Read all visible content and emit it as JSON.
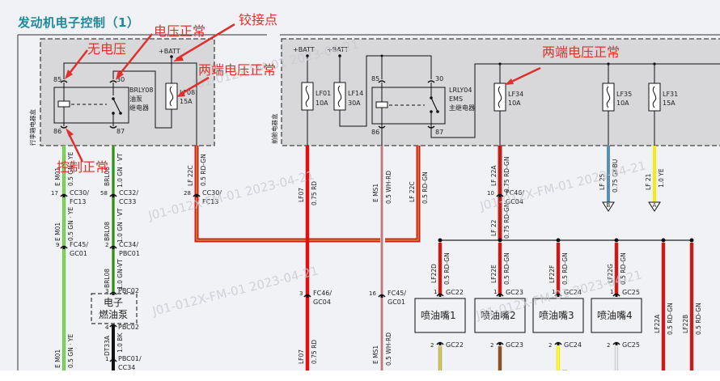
{
  "title": "发动机电子控制（1）",
  "annotations": {
    "no_voltage": "无电压",
    "voltage_ok": "电压正常",
    "splice_point": "铰接点",
    "both_ends_ok_left": "两端电压正常",
    "both_ends_ok_right": "两端电压正常",
    "control_ok": "控制正常"
  },
  "watermark": "J01-012X-FM-01 2023-04-21",
  "rear_box": {
    "label": "行李箱电器盒",
    "batt": "+BATT",
    "relay": {
      "id": "BRLY08",
      "name1": "油泵",
      "name2": "继电器",
      "pin85": "85",
      "pin86": "86",
      "pin30": "30",
      "pin87": "87"
    },
    "fuse": {
      "id": "LF08",
      "rating": "15A"
    }
  },
  "front_box": {
    "label": "前舱电器盒",
    "batt1": "+BATT",
    "batt2": "+BATT",
    "fuses": [
      {
        "id": "LF01",
        "rating": "10A"
      },
      {
        "id": "LF14",
        "rating": "30A"
      },
      {
        "id": "LF34",
        "rating": "10A"
      },
      {
        "id": "LF35",
        "rating": "10A"
      },
      {
        "id": "LF31",
        "rating": "15A"
      }
    ],
    "relay": {
      "id": "LRLY04",
      "name1": "EMS",
      "name2": "主继电器",
      "pin85": "85",
      "pin86": "86",
      "pin30": "30",
      "pin87": "87"
    }
  },
  "wires": {
    "em01_a": {
      "circuit": "E M01",
      "spec": "0.5 GN · YE"
    },
    "em01_b": {
      "circuit": "E M01",
      "spec": "0.5 GN · YE"
    },
    "em01_c": {
      "circuit": "E M01",
      "spec": "0.5 GN · YE"
    },
    "brl08_a": {
      "circuit": "BRL08",
      "spec": "1.0 GN · VT"
    },
    "brl08_b": {
      "circuit": "BRL08",
      "spec": "1.0 GN · VT"
    },
    "brl08_c": {
      "circuit": "BRL08",
      "spec": "1.0 GN-VT"
    },
    "dt33a": {
      "circuit": "DT33A",
      "spec": "1.0 BK"
    },
    "lf22c_a": {
      "circuit": "LF 22C",
      "spec": "0.5 RD-GN"
    },
    "lf22c_b": {
      "circuit": "LF 22C",
      "spec": "0.5 RD-GN"
    },
    "lf07_a": {
      "circuit": "LF07",
      "spec": "0.75 RD"
    },
    "lf07_b": {
      "circuit": "LF07",
      "spec": "0.75 RD"
    },
    "ems1_a": {
      "circuit": "E MS1",
      "spec": "0.5 WH-RD"
    },
    "ems1_b": {
      "circuit": "E MS1",
      "spec": "0.5 WH-RD"
    },
    "lf22a_top": {
      "circuit": "LF 22A",
      "spec": "0.75 RD-GN"
    },
    "lf22": {
      "circuit": "LF 22",
      "spec": "0.75 RD-GN"
    },
    "lf25": {
      "circuit": "LF 25",
      "spec": "0.75 GY-BU"
    },
    "lf21": {
      "circuit": "LF 21",
      "spec": "1.0 YE"
    },
    "lf22d": {
      "circuit": "LF22D",
      "spec": "0.5 RD-GN"
    },
    "lf22e": {
      "circuit": "LF22E",
      "spec": "0.5 RD-GN"
    },
    "lf22f": {
      "circuit": "LF22F",
      "spec": "0.5 RD-GN"
    },
    "lf22g": {
      "circuit": "LF22G",
      "spec": "0.5 RD-GN"
    },
    "lf22a_bot": {
      "circuit": "LF22A",
      "spec": "0.5 RD-GN"
    },
    "lf22b": {
      "circuit": "LF22B",
      "spec": "0.5 RD-GN"
    },
    "inj1_out": {
      "spec": "YE"
    },
    "inj3_out": {
      "spec": "WH"
    }
  },
  "connectors": {
    "c17": {
      "pin": "17",
      "name1": "CC30/",
      "name2": "FC13"
    },
    "c58": {
      "pin": "58",
      "name1": "CC32/",
      "name2": "CC33"
    },
    "c28": {
      "pin": "28",
      "name1": "CC30/",
      "name2": "FC13"
    },
    "c9": {
      "pin": "9",
      "name1": "FC45/",
      "name2": "GC01"
    },
    "c2": {
      "pin": "2",
      "name1": "CC34/",
      "name2": "PBC01"
    },
    "c3pbc": {
      "pin": "3",
      "name1": "PBC02"
    },
    "c4pbc": {
      "pin": "4",
      "name1": "PBC02"
    },
    "c1pbc": {
      "pin": "1",
      "name1": "PBC01/",
      "name2": "CC34"
    },
    "c10": {
      "pin": "10",
      "name1": "FC46/",
      "name2": "GC04"
    },
    "c3fc": {
      "pin": "3",
      "name1": "FC46/",
      "name2": "GC04"
    },
    "c16": {
      "pin": "16",
      "name1": "FC45/",
      "name2": "GC01"
    }
  },
  "grounds": {
    "b": "B",
    "a": "A"
  },
  "fuel_pump": {
    "line1": "电子",
    "line2": "燃油泵"
  },
  "injectors": [
    {
      "name": "喷油嘴1",
      "pin_in": "1",
      "pin_out": "2",
      "connector": "GC22"
    },
    {
      "name": "喷油嘴2",
      "pin_in": "1",
      "pin_out": "2",
      "connector": "GC23"
    },
    {
      "name": "喷油嘴3",
      "pin_in": "1",
      "pin_out": "2",
      "connector": "GC24"
    },
    {
      "name": "喷油嘴4",
      "pin_in": "1",
      "pin_out": "2",
      "connector": "GC25"
    }
  ],
  "colors": {
    "annotation": "#e0302c",
    "title": "#1f8a9a",
    "wire_red": "#e01010",
    "wire_rdgn_outer": "#d61c1c",
    "wire_rdgn_inner": "#c8a23a",
    "wire_green": "#5cc83a",
    "wire_gnvt_inner": "#4a4a4a",
    "wire_gybu": "#5b8fb0",
    "wire_yellow": "#f4ec10",
    "wire_brown": "#8a5226",
    "wire_ye_olive": "#b8b04a",
    "box_fill": "#d8d8da"
  }
}
